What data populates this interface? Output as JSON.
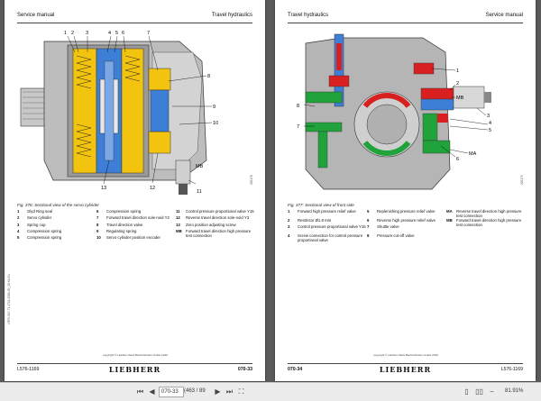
{
  "left_page": {
    "header_left": "Service manual",
    "header_right": "Travel hydraulics",
    "callouts": [
      "1",
      "2",
      "3",
      "4",
      "5",
      "6",
      "7",
      "8",
      "9",
      "10",
      "11",
      "12",
      "13",
      "MB"
    ],
    "caption": "Fig. 376: Sectional view of the servo cylinder",
    "legend": [
      {
        "num": "1",
        "text": "Glyd Ring seal"
      },
      {
        "num": "2",
        "text": "Servo cylinder"
      },
      {
        "num": "3",
        "text": "Spring cup"
      },
      {
        "num": "4",
        "text": "Compression spring"
      },
      {
        "num": "5",
        "text": "Compression spring"
      },
      {
        "num": "6",
        "text": "Compression spring"
      },
      {
        "num": "7",
        "text": "Forward travel direction sole-noid Y2"
      },
      {
        "num": "8",
        "text": "Travel direction valve"
      },
      {
        "num": "9",
        "text": "Regulating spring"
      },
      {
        "num": "10",
        "text": "Servo cylinder position encoder"
      },
      {
        "num": "11",
        "text": "Control pressure proportional valve Y15"
      },
      {
        "num": "12",
        "text": "Reverse travel direction sole-noid Y3"
      },
      {
        "num": "13",
        "text": "Zero position adjusting screw"
      },
      {
        "num": "MB",
        "text": "Forward travel direction high pressure test connection"
      }
    ],
    "side_code": "LRF0-VA7-T1-1711-208A-50_40-Kit-En",
    "fig_code": "205178",
    "copyright": "copyright © Liebherr-Werk Bischofshofen GmbH 2019",
    "footer_left": "L576-1169",
    "footer_logo": "LIEBHERR",
    "footer_right": "070-33"
  },
  "right_page": {
    "header_left": "Travel hydraulics",
    "header_right": "Service manual",
    "callouts": [
      "1",
      "2",
      "3",
      "4",
      "5",
      "6",
      "7",
      "8",
      "MA",
      "MB"
    ],
    "caption": "Fig. 377: Sectional view of front side",
    "legend": [
      {
        "num": "1",
        "text": "Forward high pressure relief valve"
      },
      {
        "num": "2",
        "text": "Restrictor Ø1.8 mm"
      },
      {
        "num": "3",
        "text": "Control pressure proportional valve Y15"
      },
      {
        "num": "4",
        "text": "Screw connection for control pressure proportional valve"
      },
      {
        "num": "5",
        "text": "Replenishing pressure relief valve"
      },
      {
        "num": "6",
        "text": "Reverse high pressure relief valve"
      },
      {
        "num": "7",
        "text": "Shuttle valve"
      },
      {
        "num": "8",
        "text": "Pressure cut-off valve"
      },
      {
        "num": "MA",
        "text": "Reverse travel direction high pressure test connection"
      },
      {
        "num": "MB",
        "text": "Forward travel direction high pressure test connection"
      }
    ],
    "fig_code": "205179",
    "copyright": "copyright © Liebherr-Werk Bischofshofen GmbH 2019",
    "footer_left": "070-34",
    "footer_logo": "LIEBHERR",
    "footer_right": "L576-1169"
  },
  "toolbar": {
    "page_input": "070-33",
    "page_count": "(463 / 89",
    "zoom": "81.91%"
  },
  "colors": {
    "hydraulic_yellow": "#f2c40f",
    "hydraulic_blue": "#3d7fd6",
    "hydraulic_green": "#1fa33a",
    "hydraulic_red": "#d82020",
    "housing_gray": "#b8b8b8",
    "viewer_background": "#5a5a5a"
  }
}
